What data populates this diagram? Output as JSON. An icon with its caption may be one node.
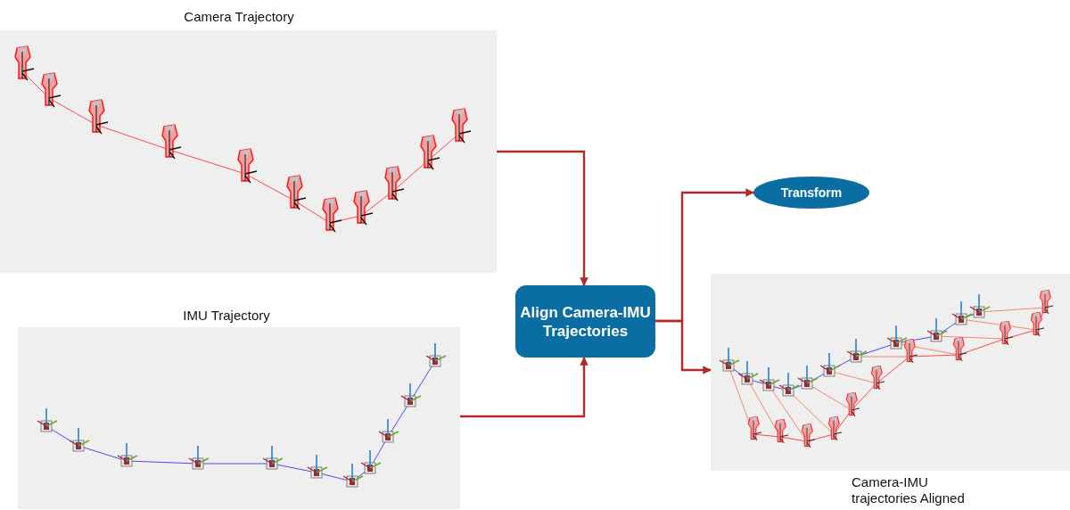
{
  "diagram": {
    "nodes": [
      {
        "text": [
          "Camera Trajectory"
        ]
      },
      {
        "text": [
          "IMU Trajectory"
        ]
      },
      {
        "text": [
          "Align Camera-IMU Trajectories"
        ]
      },
      {
        "text": [
          "Transform"
        ]
      },
      {
        "text": [
          "Camera-IMU trajectories Aligned"
        ]
      }
    ],
    "edges": [
      {
        "from": 0,
        "to": 2,
        "arrow": "to"
      },
      {
        "from": 1,
        "to": 2,
        "arrow": "to"
      },
      {
        "from": 2,
        "to": 3,
        "arrow": "to"
      },
      {
        "from": 2,
        "to": 4,
        "arrow": "to"
      }
    ]
  }
}
